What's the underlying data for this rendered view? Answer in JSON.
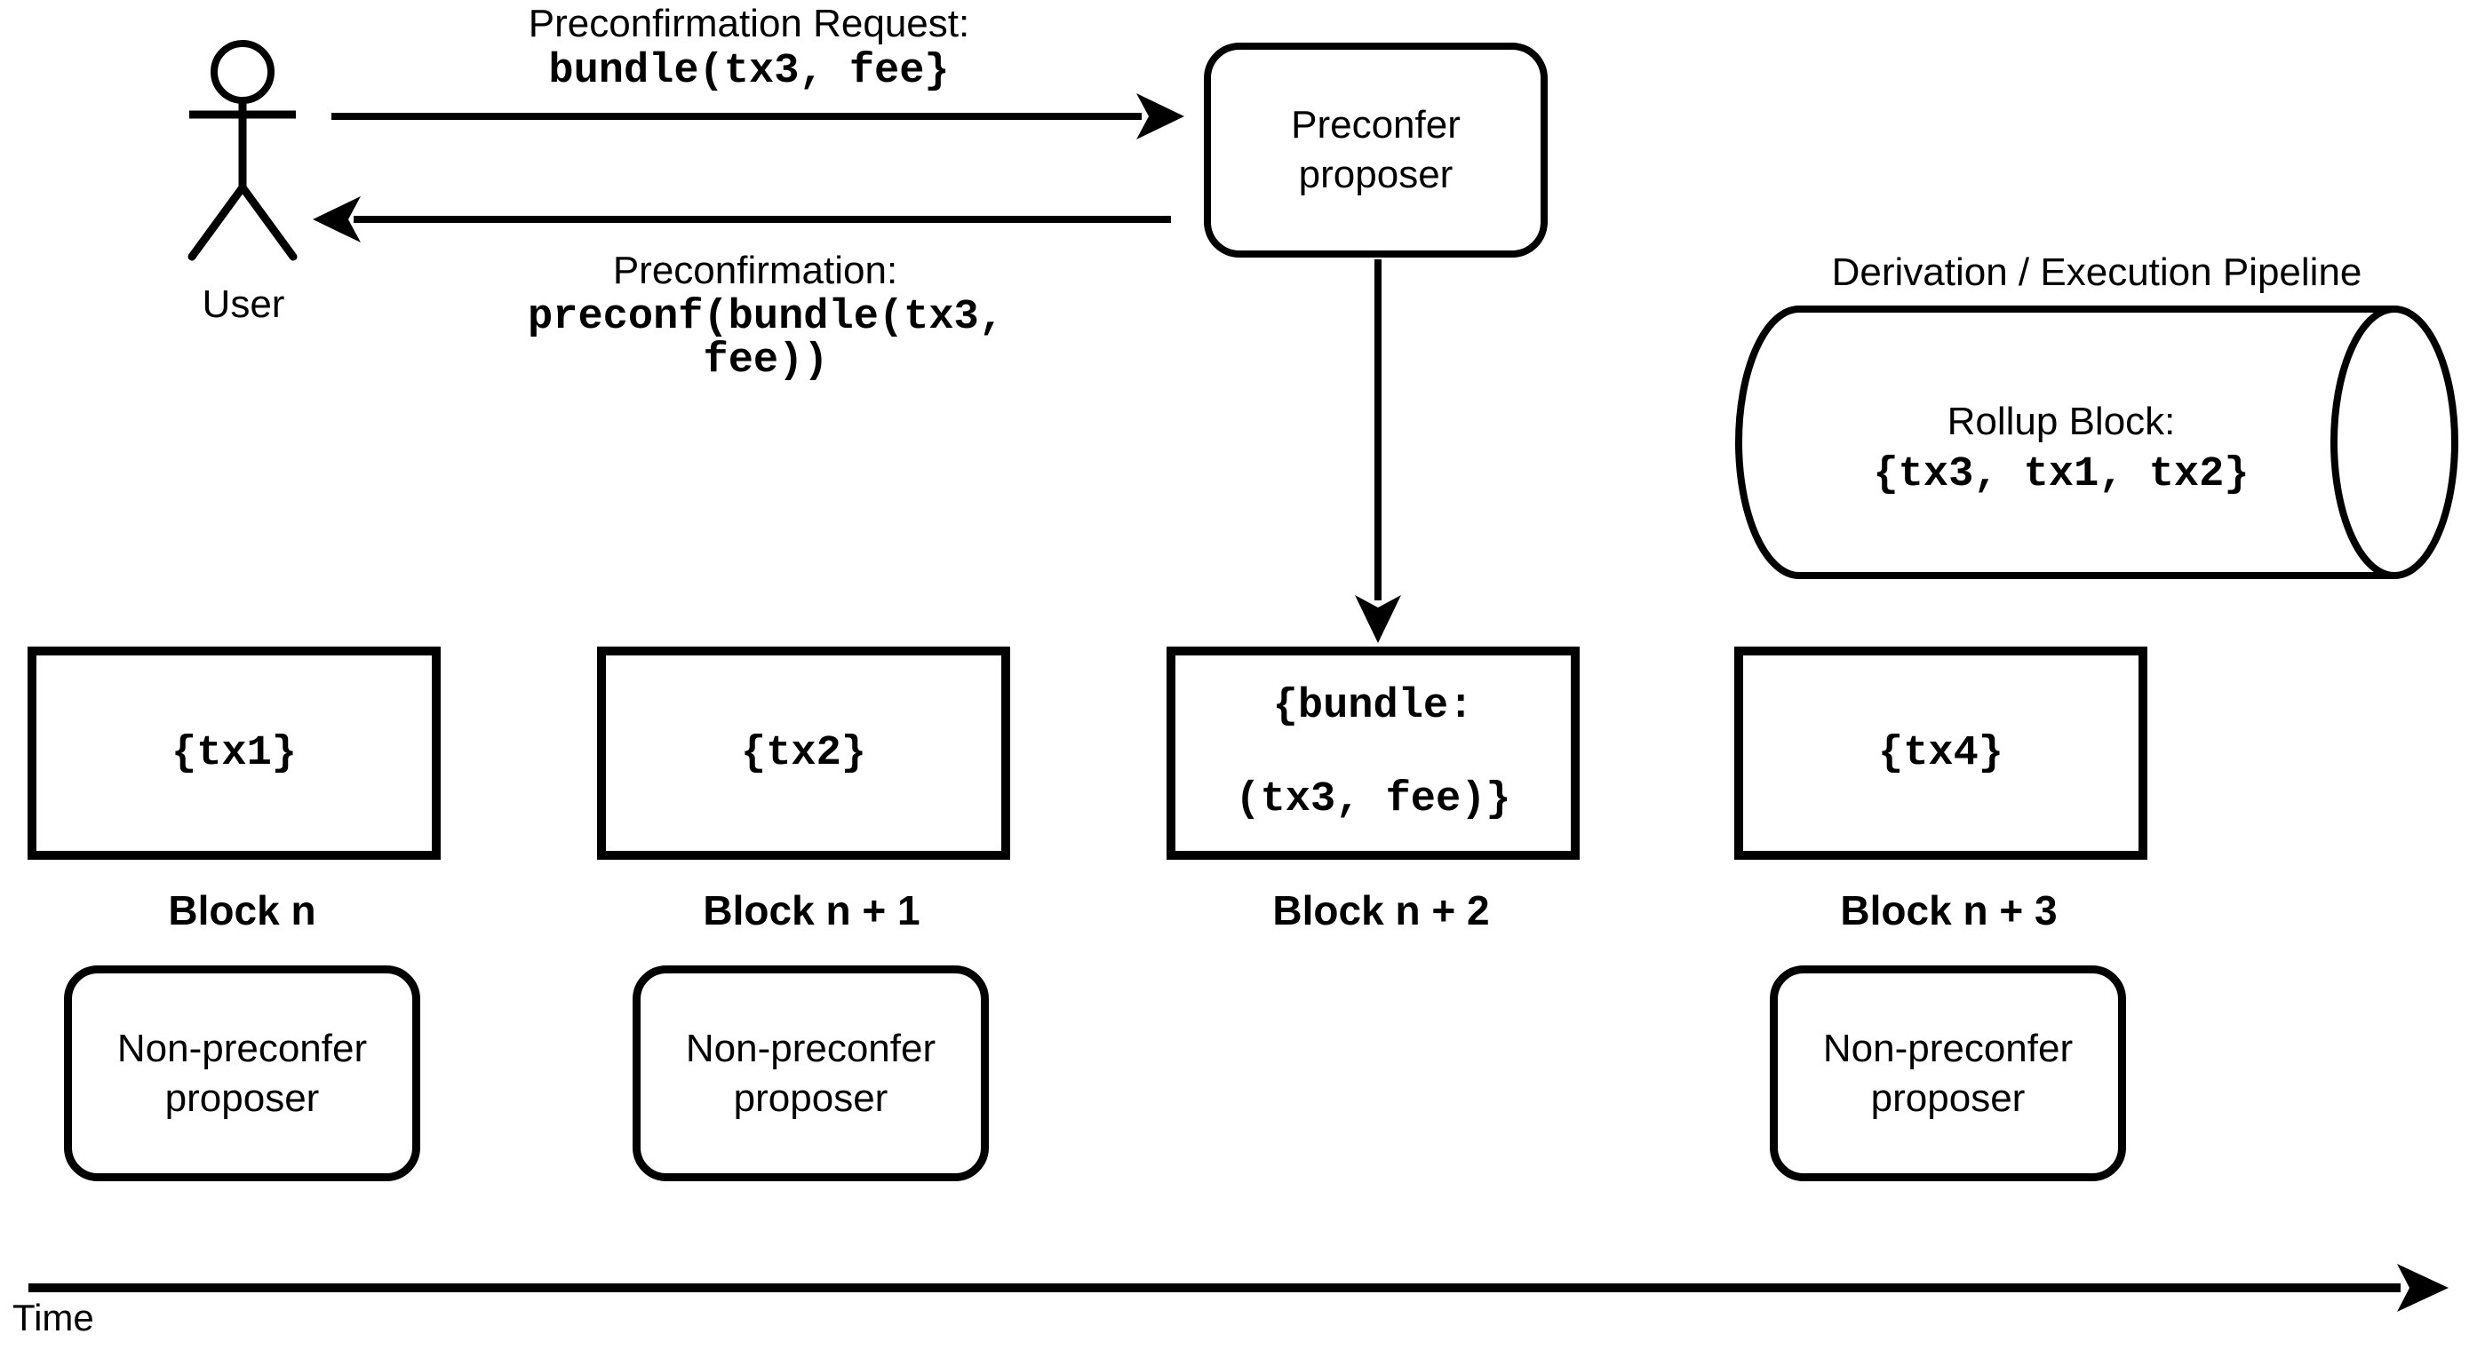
{
  "colors": {
    "ink": "#000000",
    "background": "#ffffff"
  },
  "user": {
    "label": "User"
  },
  "messages": {
    "request_title": "Preconfirmation Request:",
    "request_code": "bundle(tx3, fee}",
    "response_title": "Preconfirmation:",
    "response_code": "preconf(bundle(tx3, fee))"
  },
  "preconfer_proposer": {
    "label": "Preconfer\nproposer"
  },
  "pipeline": {
    "title": "Derivation / Execution Pipeline",
    "rollup_block_title": "Rollup Block:",
    "rollup_block_code": "{tx3, tx1, tx2}"
  },
  "blocks": [
    {
      "content": "{tx1}",
      "label": "Block n"
    },
    {
      "content": "{tx2}",
      "label": "Block n + 1"
    },
    {
      "content": "{bundle:\n(tx3, fee)}",
      "label": "Block n + 2"
    },
    {
      "content": "{tx4}",
      "label": "Block n + 3"
    }
  ],
  "non_preconfer_proposers": [
    {
      "label": "Non-preconfer\nproposer"
    },
    {
      "label": "Non-preconfer\nproposer"
    },
    {
      "label": "Non-preconfer\nproposer"
    }
  ],
  "timeline": {
    "label": "Time"
  }
}
